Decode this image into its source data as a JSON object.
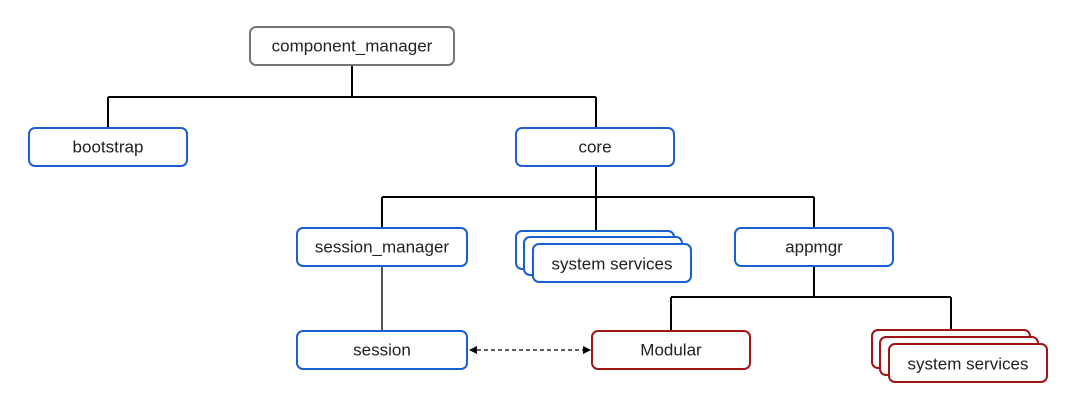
{
  "diagram": {
    "colors": {
      "root_border": "#757575",
      "blue_border": "#1a5fd0",
      "red_border": "#a31515",
      "connector": "#000000",
      "text": "#202124"
    },
    "nodes": {
      "component_manager": "component_manager",
      "bootstrap": "bootstrap",
      "core": "core",
      "session_manager": "session_manager",
      "core_system_services": "system services",
      "appmgr": "appmgr",
      "session": "session",
      "modular": "Modular",
      "appmgr_system_services": "system services"
    }
  }
}
